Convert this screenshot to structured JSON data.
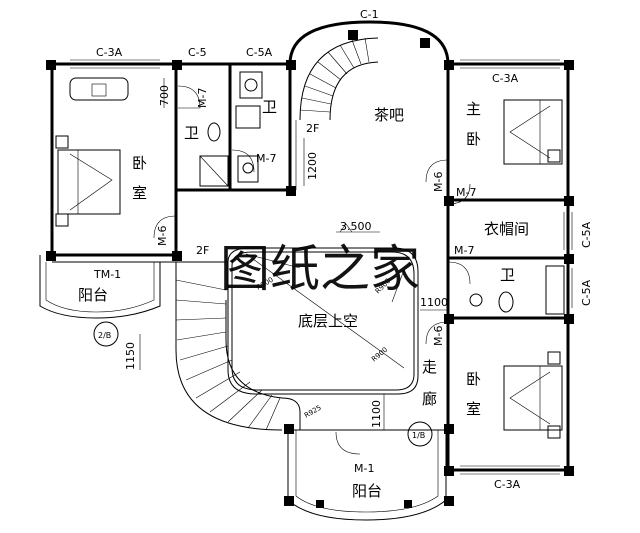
{
  "windows": {
    "top_left": "C-3A",
    "top_mid": "C-5",
    "top_mid2": "C-5A",
    "top_center": "C-1",
    "top_right": "C-3A",
    "right_1": "C-5A",
    "right_2": "C-5A",
    "bottom_right": "C-3A"
  },
  "doors": {
    "m7_top": "M-7",
    "m7_bath": "M-7",
    "m6_left": "M-6",
    "m6_right_top": "M-6",
    "m7_right_1": "M-7",
    "m7_right_2": "M-7",
    "m6_right_bottom": "M-6",
    "tm1": "TM-1",
    "m1": "M-1"
  },
  "rooms": {
    "bedroom_left": [
      "卧",
      "室"
    ],
    "bath_upper": "卫",
    "bath_lower": "卫",
    "tea_bar": "茶吧",
    "master_bedroom": [
      "主",
      "卧"
    ],
    "wardrobe": "衣帽间",
    "bath_right": "卫",
    "void": "底层上空",
    "corridor": [
      "走",
      "廊"
    ],
    "bedroom_right": [
      "卧",
      "室"
    ],
    "balcony_left": "阳台",
    "balcony_bottom": "阳台"
  },
  "dimensions": {
    "d700": "700",
    "d1200": "1200",
    "d1100a": "1100",
    "d1150": "1150",
    "d1100b": "1100",
    "elevation": "3.500",
    "r900a": "R900",
    "r900b": "R900",
    "r900c": "R900",
    "r925": "R925"
  },
  "stairs": {
    "up1": "2F",
    "up2": "2F"
  },
  "axes": {
    "axis_left": "2/B",
    "axis_bottom": "1/B"
  },
  "watermark": "图纸之家"
}
